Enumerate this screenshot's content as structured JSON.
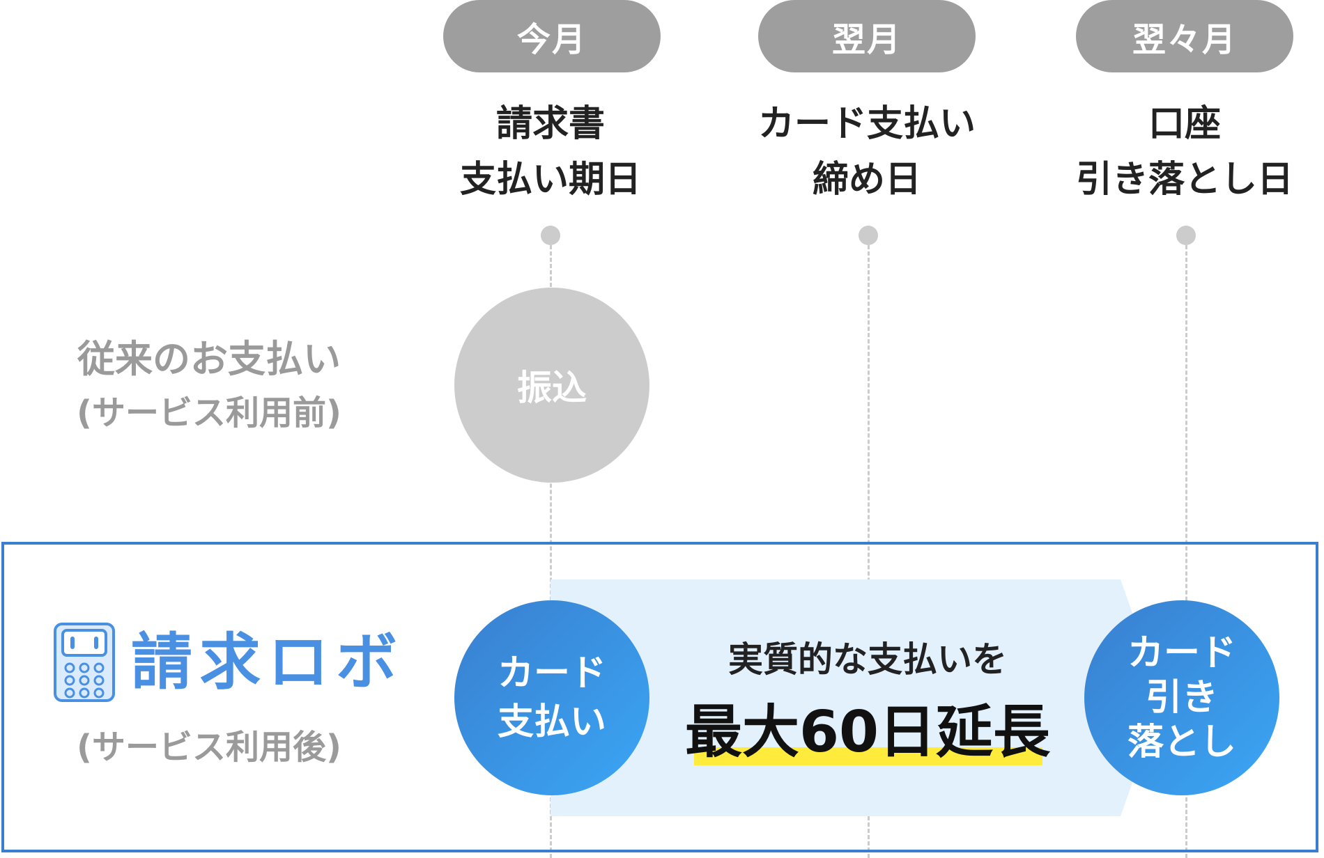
{
  "columns": [
    {
      "pill": "今月",
      "label_lines": [
        "請求書",
        "支払い期日"
      ]
    },
    {
      "pill": "翌月",
      "label_lines": [
        "カード支払い",
        "締め日"
      ]
    },
    {
      "pill": "翌々月",
      "label_lines": [
        "口座",
        "引き落とし日"
      ]
    }
  ],
  "before": {
    "label_lines": [
      "従来のお支払い",
      "(サービス利用前)"
    ],
    "circle_label": "振込"
  },
  "after": {
    "logo_text": "請求ロボ",
    "sublabel": "(サービス利用後)",
    "start_circle_lines": [
      "カード",
      "支払い"
    ],
    "end_circle_lines": [
      "カード",
      "引き",
      "落とし"
    ],
    "band_text": "実質的な支払いを",
    "highlight_text": "最大60日延長"
  },
  "colors": {
    "pill_gray": "#9e9e9e",
    "circle_gray": "#cccccc",
    "frame_blue": "#3a7fcf",
    "band_light_blue": "#e3f1fd",
    "logo_blue": "#4a90e2",
    "highlight_yellow": "#ffeb3b"
  }
}
